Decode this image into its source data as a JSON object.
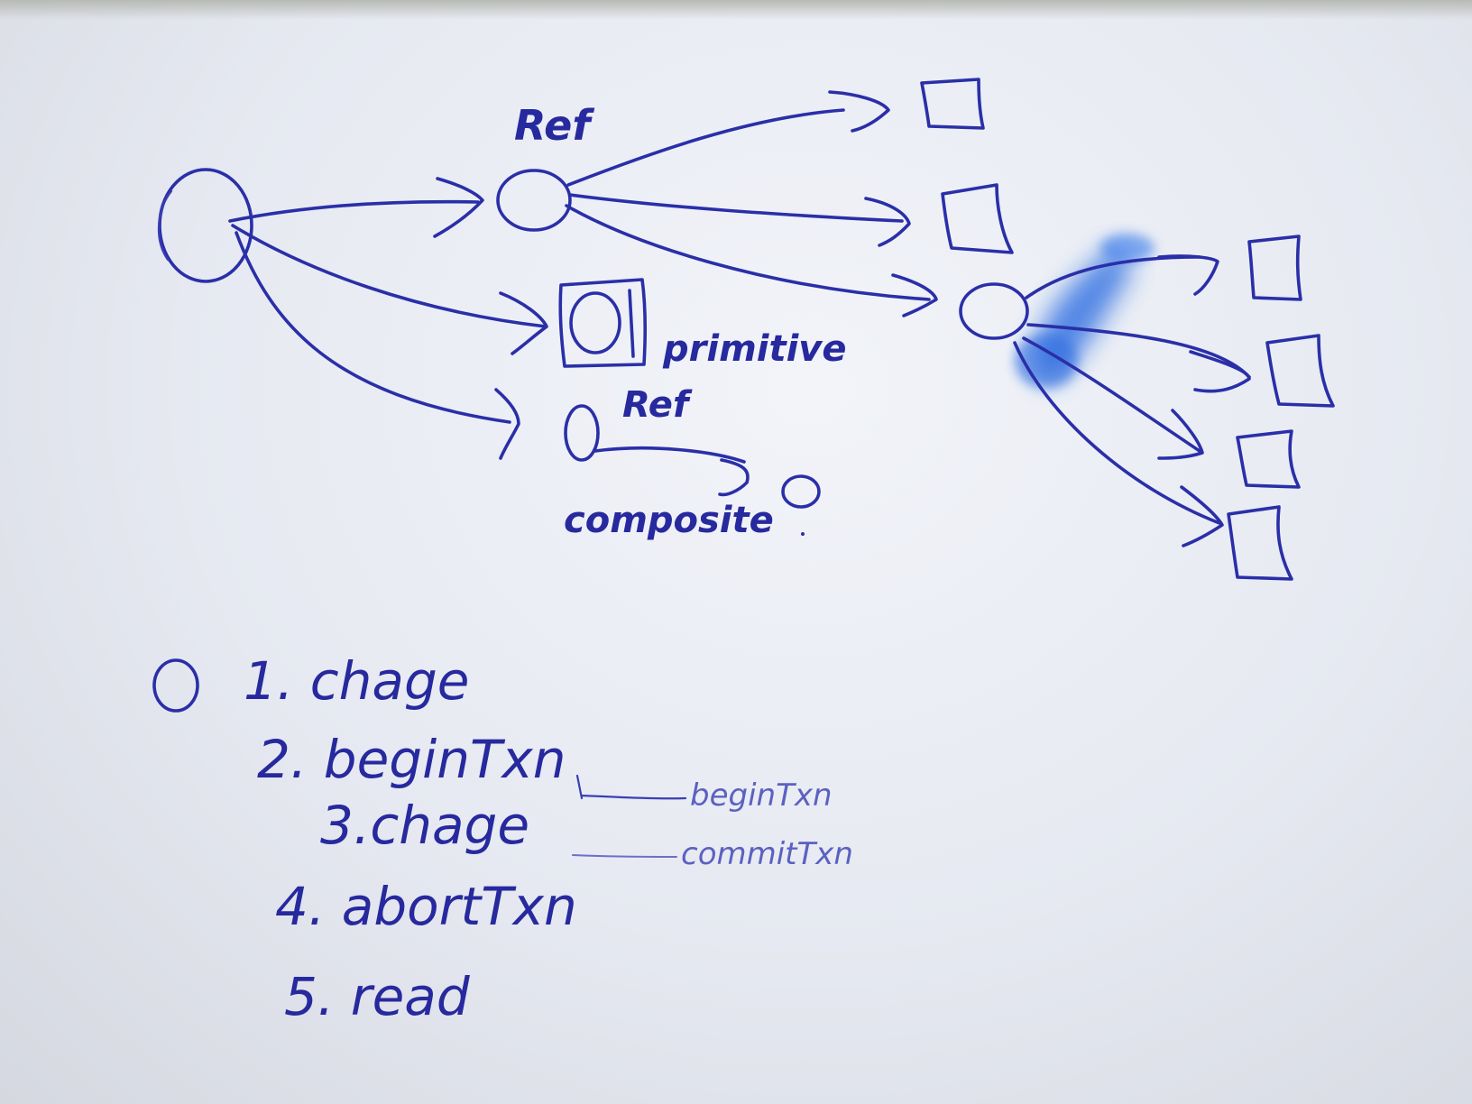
{
  "diagram": {
    "labels": {
      "ref_top": "Ref",
      "primitive": "primitive",
      "ref_bottom": "Ref",
      "composite": "composite"
    }
  },
  "steps": [
    {
      "text": "1. chage"
    },
    {
      "text": "2. beginTxn"
    },
    {
      "text": "3.chage"
    },
    {
      "text": "4. abortTxn"
    },
    {
      "text": "5. read"
    }
  ],
  "side_notes": {
    "note_1": "beginTxn",
    "note_2": "commitTxn"
  },
  "colors": {
    "ink": "#2a2fa8",
    "board": "#e9ecf3",
    "smudge": "#1e64e0"
  }
}
